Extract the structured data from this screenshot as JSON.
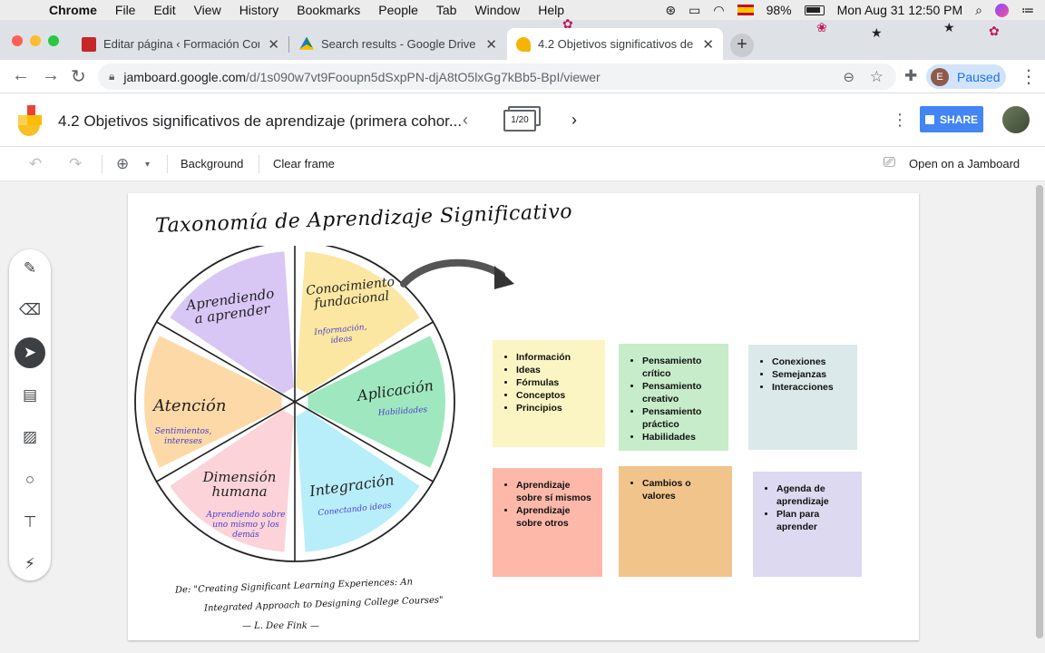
{
  "menubar": {
    "app": "Chrome",
    "items": [
      "File",
      "Edit",
      "View",
      "History",
      "Bookmarks",
      "People",
      "Tab",
      "Window",
      "Help"
    ],
    "battery": "98%",
    "clock": "Mon Aug 31  12:50 PM"
  },
  "tabs": [
    {
      "title": "Editar página ‹ Formación Cont",
      "favicon_color": "#c62828"
    },
    {
      "title": "Search results - Google Drive",
      "favicon_color": "#1e8e3e"
    },
    {
      "title": "4.2 Objetivos significativos de",
      "favicon_color": "#f4b400"
    }
  ],
  "address": {
    "host": "jamboard.google.com",
    "path": "/d/1s090w7vt9Fooupn5dSxpPN-djA8tO5lxGg7kBb5-BpI/viewer",
    "profile_initial": "E",
    "profile_status": "Paused"
  },
  "jamboard": {
    "title": "4.2 Objetivos significativos de aprendizaje (primera cohor...",
    "frame_counter": "1/20",
    "share_label": "SHARE",
    "toolbar": {
      "background": "Background",
      "clear_frame": "Clear frame",
      "open_on": "Open on a Jamboard"
    }
  },
  "board": {
    "heading": "Taxonomía de Aprendizaje Significativo",
    "slices": [
      {
        "title": "Aprendiendo a aprender",
        "sub": "",
        "color": "#d8c7f5"
      },
      {
        "title": "Conocimiento fundacional",
        "sub": "Información, ideas",
        "color": "#fbe7a1"
      },
      {
        "title": "Aplicación",
        "sub": "Habilidades",
        "color": "#9fe8bf"
      },
      {
        "title": "Integración",
        "sub": "Conectando ideas",
        "color": "#b8eefa"
      },
      {
        "title": "Dimensión humana",
        "sub": "Aprendiendo sobre uno mismo y los demás",
        "color": "#fbd3d8"
      },
      {
        "title": "Atención",
        "sub": "Sentimientos, intereses",
        "color": "#fcd9a6"
      }
    ],
    "citation_line1": "De: \"Creating Significant Learning Experiences: An",
    "citation_line2": "Integrated Approach to Designing College Courses\"",
    "citation_line3": "— L. Dee Fink —",
    "notes": [
      {
        "color": "#fbf5c4",
        "items": [
          "Información",
          "Ideas",
          "Fórmulas",
          "Conceptos",
          "Principios"
        ]
      },
      {
        "color": "#c7ecc9",
        "items": [
          "Pensamiento crítico",
          "Pensamiento creativo",
          "Pensamiento práctico",
          "Habilidades"
        ]
      },
      {
        "color": "#dbe9ea",
        "items": [
          "Conexiones",
          "Semejanzas",
          "Interacciones"
        ]
      },
      {
        "color": "#fdb8aa",
        "items": [
          "Aprendizaje sobre sí mismos",
          "Aprendizaje sobre otros"
        ]
      },
      {
        "color": "#f1c48c",
        "items": [
          "Cambios o valores"
        ]
      },
      {
        "color": "#ddd9f0",
        "items": [
          "Agenda de aprendizaje",
          "Plan para aprender"
        ]
      }
    ]
  }
}
